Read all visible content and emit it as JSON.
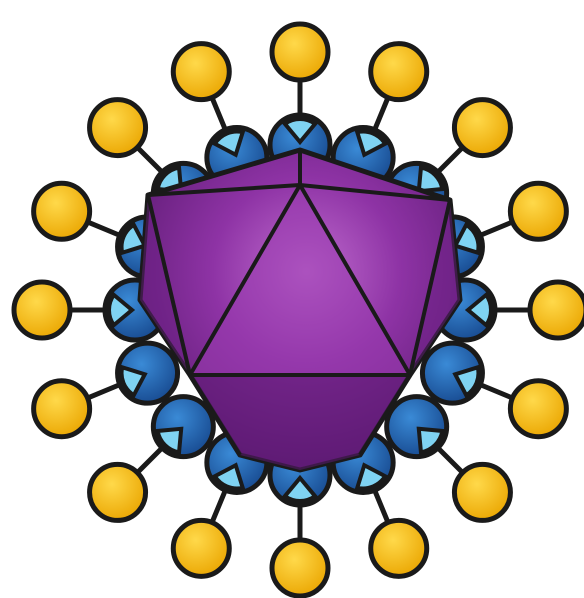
{
  "diagram": {
    "colors": {
      "background": "#ffffff",
      "outline": "#1a1a1a",
      "capsid_light": "#b45bc4",
      "capsid_mid": "#8a2fa0",
      "capsid_dark": "#5c1a72",
      "receptor_fill": "#1f5fae",
      "receptor_light": "#2f7fd0",
      "receptor_notch": "#7fd3f2",
      "ligand_fill": "#f5bd0f",
      "ligand_light": "#ffd84d"
    },
    "capsid": {
      "shape": "icosahedron",
      "label": ""
    },
    "attachment_count": 16,
    "attachment_unit": {
      "receptor": "blue-notched-disc",
      "ligand": "yellow-disc",
      "linker": "stalk"
    }
  }
}
